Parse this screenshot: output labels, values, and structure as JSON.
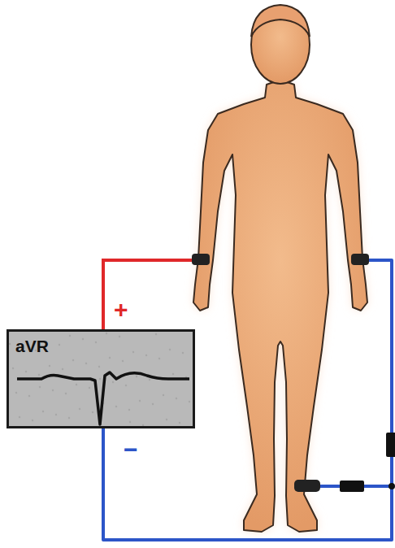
{
  "diagram": {
    "nodes": [
      {
        "text": [
          "aVR"
        ]
      }
    ],
    "labels": [
      "+",
      "−"
    ]
  }
}
